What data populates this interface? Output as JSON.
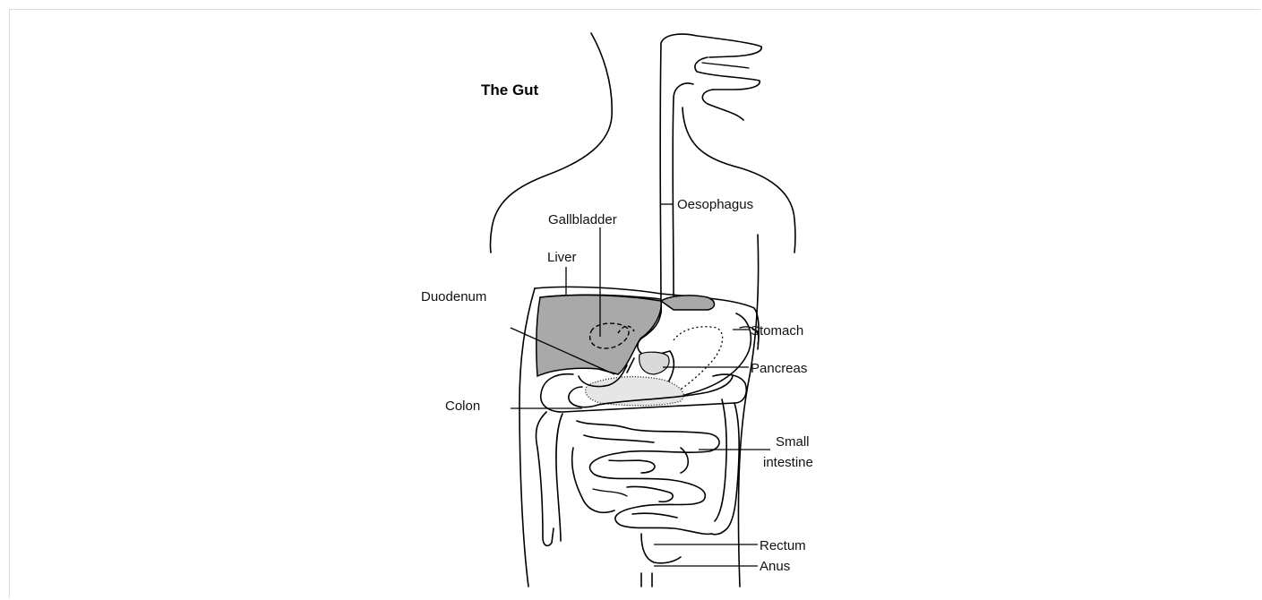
{
  "diagram": {
    "title": "The Gut",
    "labels": {
      "oesophagus": "Oesophagus",
      "gallbladder": "Gallbladder",
      "liver": "Liver",
      "duodenum": "Duodenum",
      "stomach": "Stomach",
      "pancreas": "Pancreas",
      "colon": "Colon",
      "small_intestine_line1": "Small",
      "small_intestine_line2": "intestine",
      "rectum": "Rectum",
      "anus": "Anus"
    },
    "colors": {
      "liver_fill": "#a9a9a9",
      "pancreas_fill": "#d9d9d9",
      "stroke": "#000000",
      "background": "#ffffff"
    }
  }
}
